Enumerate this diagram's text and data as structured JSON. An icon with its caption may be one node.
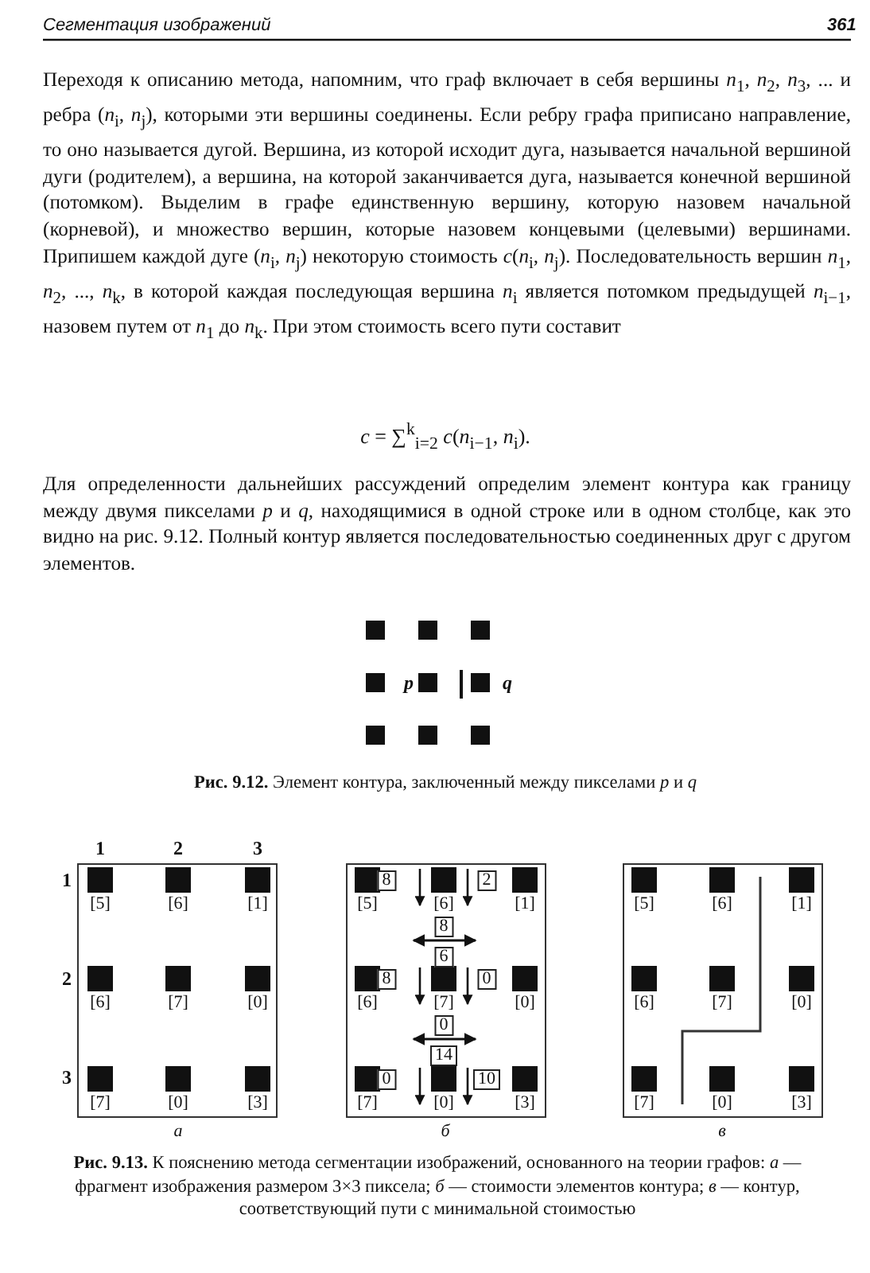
{
  "diagram": {
    "labels": [
      "Сегментация изображений",
      "361",
      "Переходя к описанию метода, напомним, что граф включает в себя вершины *n*$_{1}$, *n*$_{2}$, *n*$_{3}$, ... и ребра (*n*$_{i}$, *n*$_{j}$), которыми эти вершины соединены. Если ребру графа приписано направление, то оно называется дугой. Вершина, из которой исходит дуга, называется начальной вершиной дуги (родителем), а вершина, на которой заканчивается дуга, называется конечной вершиной (потомком). Выделим в графе единственную вершину, которую назовем начальной (корневой), и множество вершин, которые назовем концевыми (целевыми) вершинами. Припишем каждой дуге (*n*$_{i}$, *n*$_{j}$) некоторую стоимость *c*(*n*$_{i}$, *n*$_{j}$). Последовательность вершин *n*$_{1}$, *n*$_{2}$, ..., *n*$_{k}$, в которой каждая последующая вершина *n*$_{i}$ является потомком предыдущей *n*$_{i−1}$, назовем путем от *n*$_{1}$ до *n*$_{k}$. При этом стоимость всего пути составит",
      "*c* = ∑$^{k}$$_{i=2}$ *c*(*n*$_{i−1}$, *n*$_{i}$).",
      "Для определенности дальнейших рассуждений определим элемент контура как границу между двумя пикселами *p* и *q*, находящимися в одной строке или в одном столбце, как это видно на рис. 9.12. Полный контур является последовательностью соединенных друг с другом элементов.",
      "p",
      "q",
      "**Рис. 9.12.** Элемент контура, заключенный между пикселами *p* и *q*",
      "1",
      "2",
      "3",
      "1",
      "[5]",
      "[6]",
      "[1]",
      "2",
      "[6]",
      "[7]",
      "[0]",
      "3",
      "[7]",
      "[0]",
      "[3]",
      "8",
      "2",
      "[5]",
      "[6]",
      "[1]",
      "8",
      "6",
      "8",
      "0",
      "[6]",
      "[7]",
      "[0]",
      "0",
      "14",
      "0",
      "10",
      "[7]",
      "[0]",
      "[3]",
      "[5]",
      "[6]",
      "[1]",
      "[6]",
      "[7]",
      "[0]",
      "[7]",
      "[0]",
      "[3]",
      "а",
      "б",
      "в",
      "**Рис. 9.13.** К пояснению метода сегментации изображений, основанного на теории графов: *а* — фрагмент изображения размером 3×3 пиксела; *б* — стоимости элементов контура; *в* — контур, соответствующий пути с минимальной стоимостью"
    ]
  }
}
